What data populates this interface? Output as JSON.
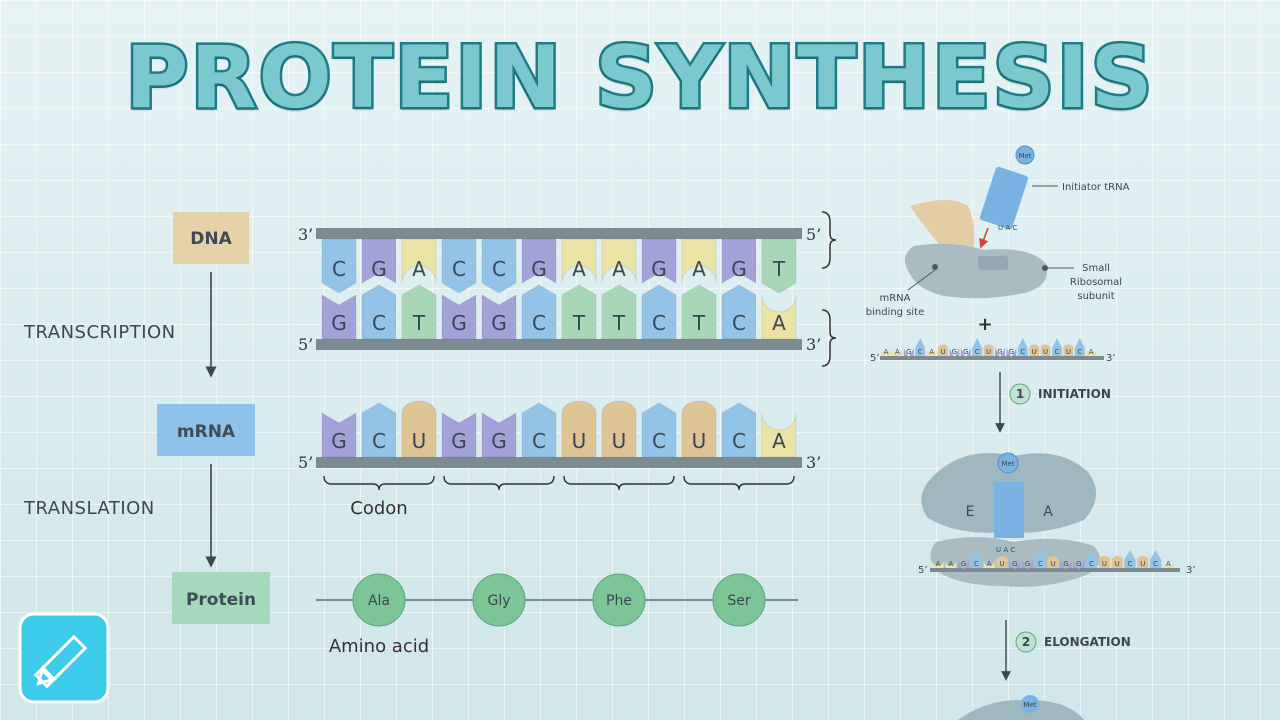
{
  "title": "PROTEIN SYNTHESIS",
  "flow": {
    "dna": "DNA",
    "transcription": "TRANSCRIPTION",
    "mrna": "mRNA",
    "translation": "TRANSLATION",
    "protein": "Protein"
  },
  "dna_strands": {
    "top_left": "3’",
    "top_right": "5’",
    "bottom_left": "5’",
    "bottom_right": "3’",
    "top": [
      "C",
      "G",
      "A",
      "C",
      "C",
      "G",
      "A",
      "A",
      "G",
      "A",
      "G",
      "T"
    ],
    "bottom": [
      "G",
      "C",
      "T",
      "G",
      "G",
      "C",
      "T",
      "T",
      "C",
      "T",
      "C",
      "A"
    ]
  },
  "mrna_strand": {
    "left": "5’",
    "right": "3’",
    "bases": [
      "G",
      "C",
      "U",
      "G",
      "G",
      "C",
      "U",
      "U",
      "C",
      "U",
      "C",
      "A"
    ],
    "codon_label": "Codon"
  },
  "protein_chain": {
    "amino_acids": [
      "Ala",
      "Gly",
      "Phe",
      "Ser"
    ],
    "label": "Amino acid"
  },
  "translation_panel": {
    "met": "Met",
    "initiator_trna": "Initiator tRNA",
    "anticodon": [
      "U",
      "A",
      "C"
    ],
    "small_subunit": [
      "Small",
      "Ribosomal",
      "subunit"
    ],
    "mrna_site": [
      "mRNA",
      "binding site"
    ],
    "plus": "+",
    "strand_left": "5’",
    "strand_right": "3’",
    "sequence": [
      "A",
      "A",
      "G",
      "C",
      "A",
      "U",
      "G",
      "G",
      "C",
      "U",
      "G",
      "G",
      "C",
      "U",
      "U",
      "C",
      "U",
      "C",
      "A"
    ],
    "step1_num": "1",
    "step1": "INITIATION",
    "site_e": "E",
    "site_a": "A",
    "step2_num": "2",
    "step2": "ELONGATION"
  },
  "colors": {
    "title_fill": "#7cc8cf",
    "title_stroke": "#1d7d86",
    "C": "#93c4e8",
    "G": "#a3a2d8",
    "A": "#ebe2a5",
    "T": "#a8d6b6",
    "U": "#dfc496",
    "backbone": "#7c8a91",
    "amino": "#7cc596",
    "ribosome": "#9fb8bf"
  },
  "icons": {
    "logo": "pencil-icon"
  }
}
